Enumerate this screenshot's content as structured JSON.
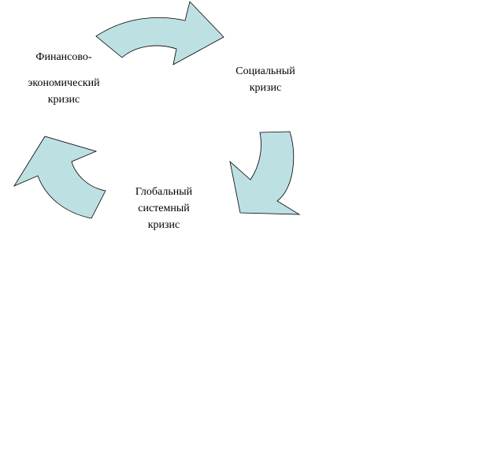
{
  "diagram": {
    "type": "cycle",
    "nodes": [
      {
        "id": "financial",
        "lines": [
          "Финансово-",
          "экономический",
          "кризис"
        ]
      },
      {
        "id": "social",
        "lines": [
          "Социальный",
          "кризис"
        ]
      },
      {
        "id": "global",
        "lines": [
          "Глобальный",
          "системный",
          "кризис"
        ]
      }
    ],
    "edges": [
      {
        "from": "financial",
        "to": "social"
      },
      {
        "from": "social",
        "to": "global"
      },
      {
        "from": "global",
        "to": "financial"
      }
    ],
    "colors": {
      "arrow_fill": "#bde0e3",
      "arrow_stroke": "#000000",
      "background": "#ffffff"
    }
  }
}
